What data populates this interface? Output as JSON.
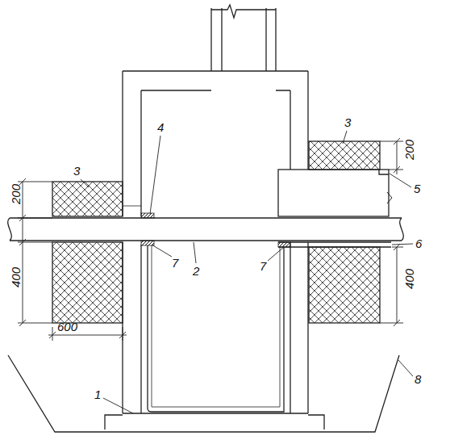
{
  "diagram": {
    "labels": [
      "200",
      "400",
      "600",
      "3",
      "3",
      "4",
      "2",
      "7",
      "200",
      "5",
      "6",
      "7",
      "400",
      "1",
      "8"
    ]
  }
}
